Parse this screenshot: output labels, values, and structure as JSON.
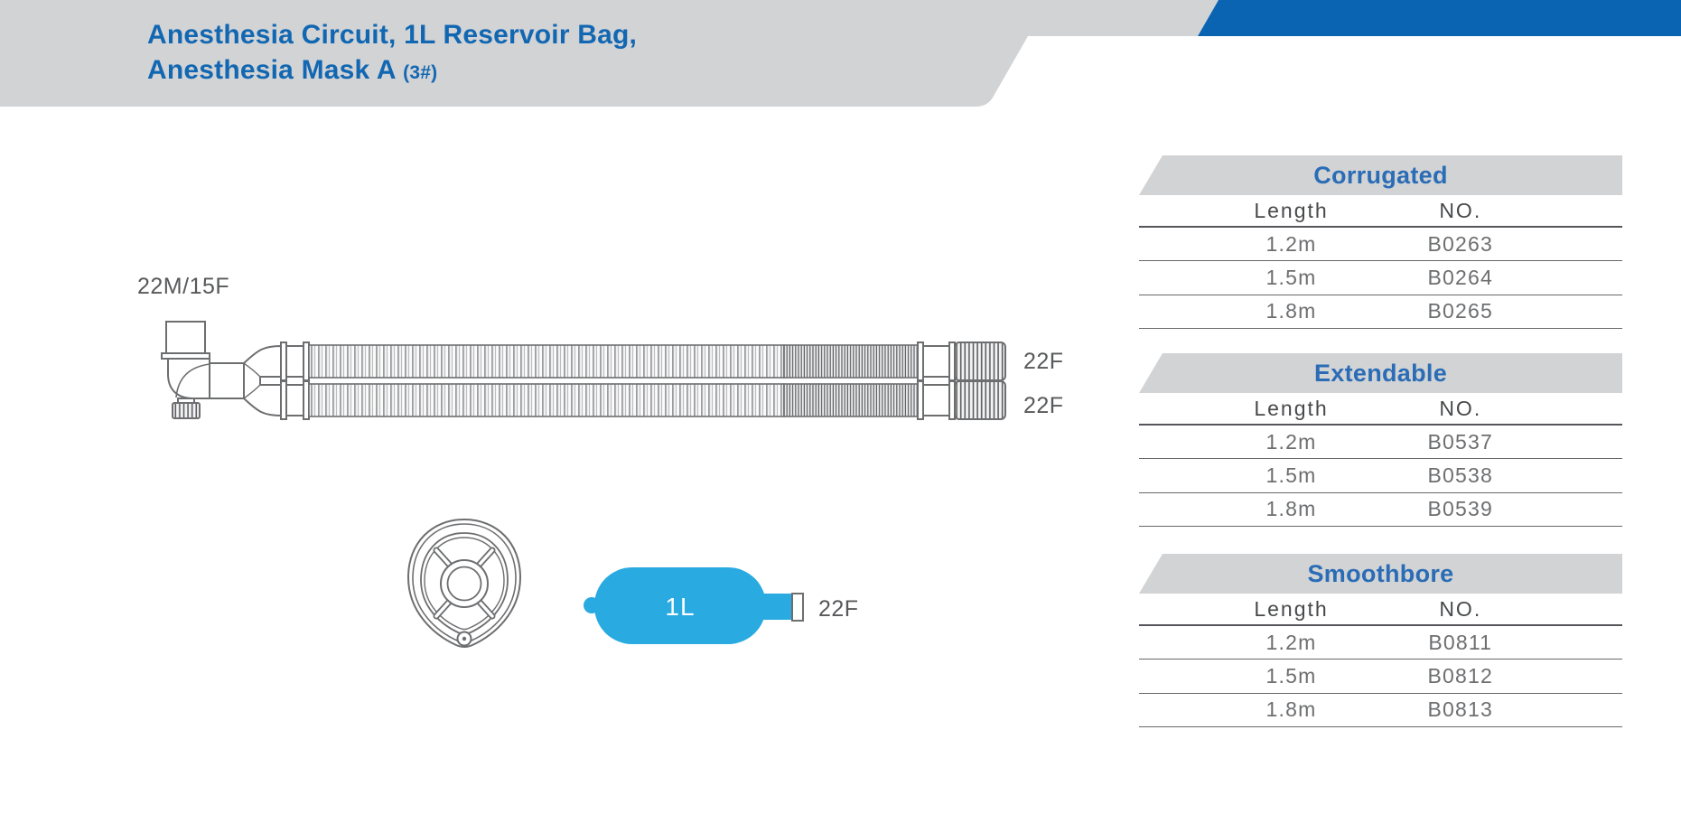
{
  "header": {
    "title_line1": "Anesthesia Circuit, 1L Reservoir Bag,",
    "title_line2": "Anesthesia Mask A",
    "title_suffix": "(3#)"
  },
  "diagram": {
    "labels": {
      "patient_port": "22M/15F",
      "tube_top_end": "22F",
      "tube_bottom_end": "22F",
      "bag_volume": "1L",
      "bag_connector": "22F"
    }
  },
  "tables": [
    {
      "title": "Corrugated",
      "columns": [
        "Length",
        "NO."
      ],
      "rows": [
        [
          "1.2m",
          "B0263"
        ],
        [
          "1.5m",
          "B0264"
        ],
        [
          "1.8m",
          "B0265"
        ]
      ]
    },
    {
      "title": "Extendable",
      "columns": [
        "Length",
        "NO."
      ],
      "rows": [
        [
          "1.2m",
          "B0537"
        ],
        [
          "1.5m",
          "B0538"
        ],
        [
          "1.8m",
          "B0539"
        ]
      ]
    },
    {
      "title": "Smoothbore",
      "columns": [
        "Length",
        "NO."
      ],
      "rows": [
        [
          "1.2m",
          "B0811"
        ],
        [
          "1.5m",
          "B0812"
        ],
        [
          "1.8m",
          "B0813"
        ]
      ]
    }
  ],
  "colors": {
    "header_band_gray": "#d2d3d5",
    "header_bar_blue": "#0a64b2",
    "title_blue": "#1267b2",
    "table_title_blue": "#2a6cb5",
    "bag_blue": "#29aae1",
    "line_art_gray": "#6d6e70",
    "label_gray": "#58595b"
  }
}
